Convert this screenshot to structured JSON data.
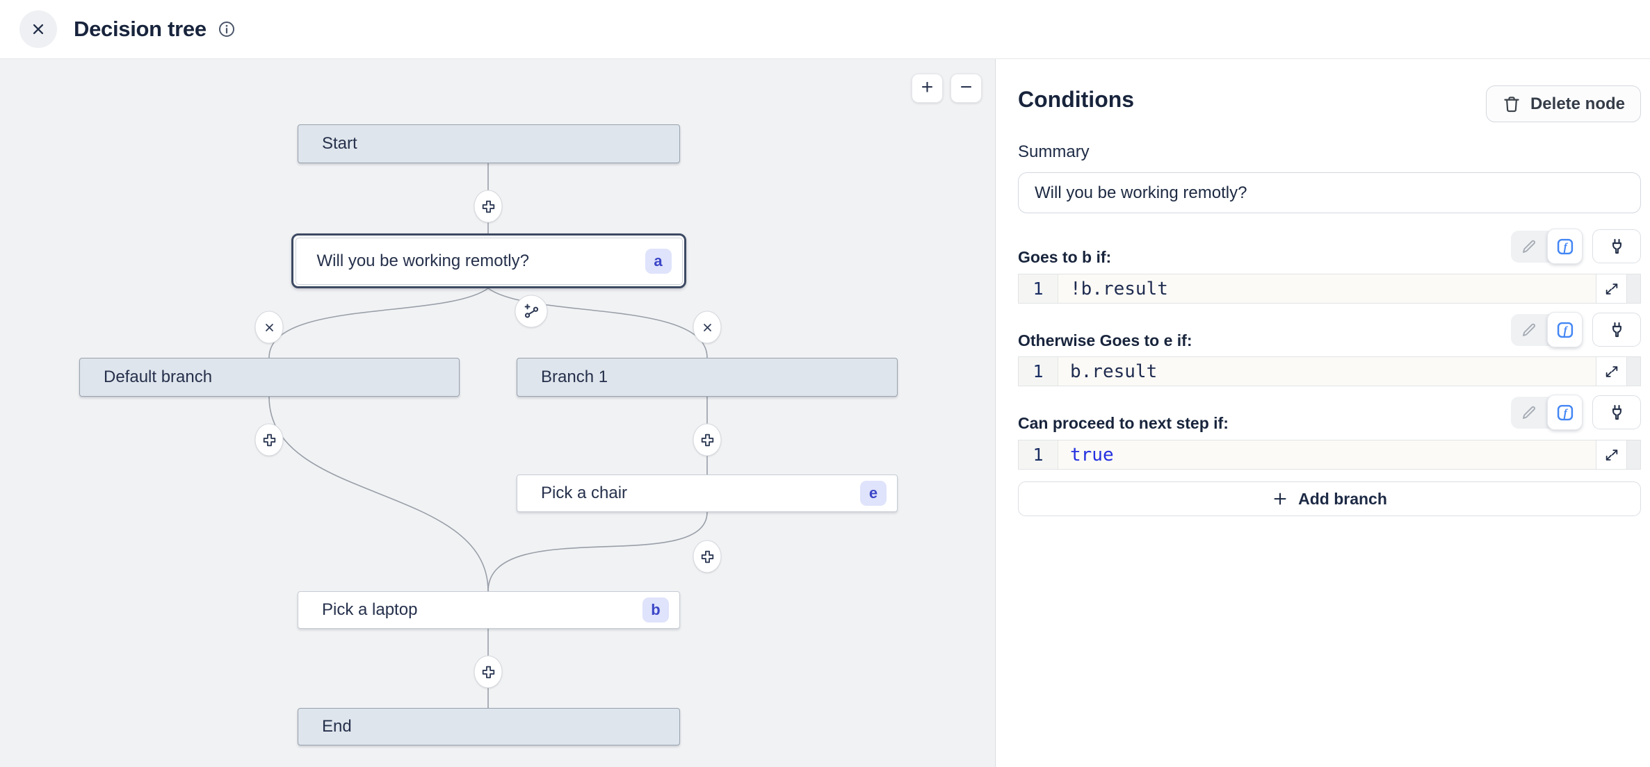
{
  "header": {
    "title": "Decision tree"
  },
  "canvas": {
    "zoom_in_label": "+",
    "zoom_out_label": "−",
    "nodes": [
      {
        "label": "Start"
      },
      {
        "label": "Will you be working remotly?",
        "badge": "a"
      },
      {
        "label": "Default branch"
      },
      {
        "label": "Branch 1"
      },
      {
        "label": "Pick a chair",
        "badge": "e"
      },
      {
        "label": "Pick a laptop",
        "badge": "b"
      },
      {
        "label": "End"
      }
    ]
  },
  "panel": {
    "title": "Conditions",
    "delete_button_label": "Delete node",
    "summary_label": "Summary",
    "summary_value": "Will you be working remotly?",
    "conditions": [
      {
        "label": "Goes to b if:",
        "line_number": "1",
        "code": "!b.result"
      },
      {
        "label": "Otherwise Goes to e if:",
        "line_number": "1",
        "code": "b.result"
      },
      {
        "label": "Can proceed to next step if:",
        "line_number": "1",
        "code": "true"
      }
    ],
    "add_branch_label": "Add branch"
  },
  "colors": {
    "accent_blue": "#4285f4",
    "keyword_blue": "#2330e0",
    "canvas_bg": "#f1f2f4",
    "node_fill_gray": "#dfe5ec",
    "node_border_gray": "#98a2ae",
    "selected_border": "#3d4a63",
    "badge_bg": "#dfe3fb",
    "badge_text": "#3c46c8"
  }
}
